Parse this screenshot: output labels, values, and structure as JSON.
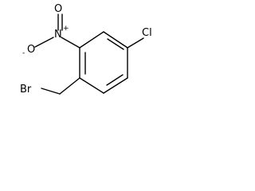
{
  "molecule": {
    "atoms": {
      "nitro_n": "N",
      "nitro_o_top": "O",
      "nitro_o_left": "O",
      "nitro_o_charge": "-",
      "nitro_n_charge": "+",
      "chloro": "Cl",
      "bromo": "Br"
    }
  }
}
